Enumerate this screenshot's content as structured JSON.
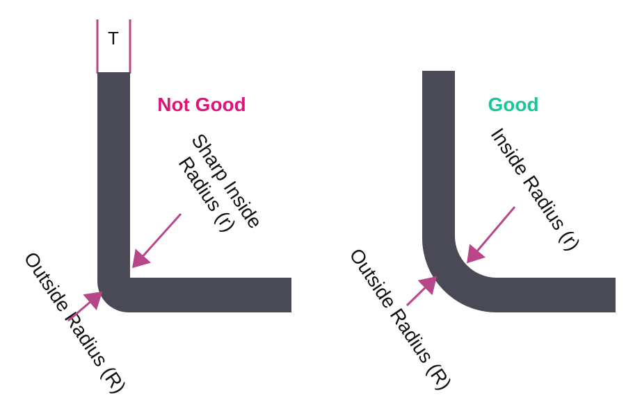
{
  "colors": {
    "bar": "#4a4a56",
    "arrow": "#b8478a",
    "not_good": "#e0137a",
    "good": "#16c79a",
    "text": "#111111",
    "background": "#ffffff"
  },
  "left_diagram": {
    "thickness_label": "T",
    "title": "Not Good",
    "inside_label_line1": "Sharp Inside",
    "inside_label_line2": "Radius (r)",
    "outside_label": "Outside Radius (R)"
  },
  "right_diagram": {
    "title": "Good",
    "inside_label": "Inside Radius (r)",
    "outside_label": "Outside Radius (R)"
  }
}
